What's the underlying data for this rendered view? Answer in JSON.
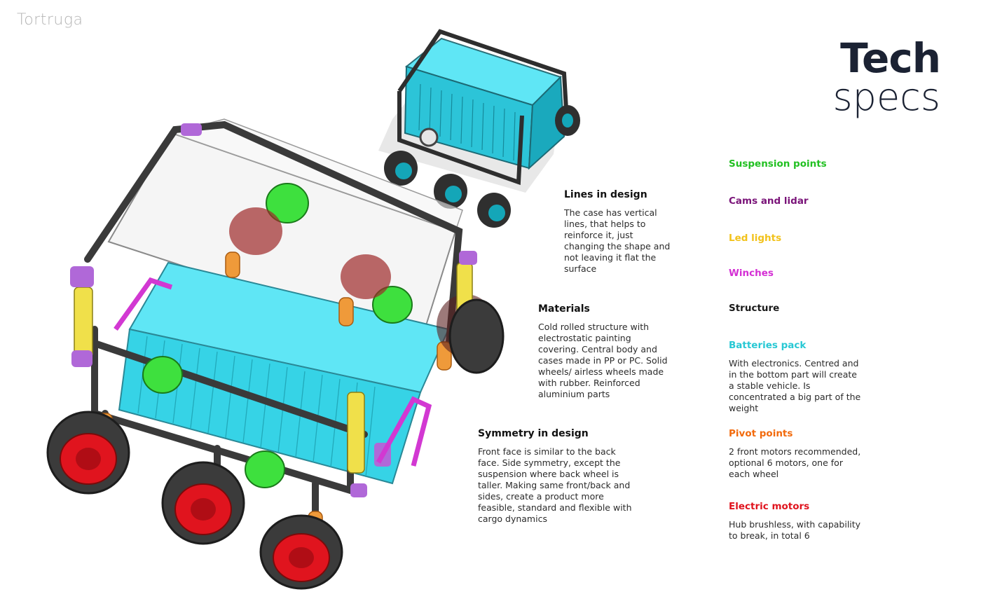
{
  "brand": {
    "logo_text": "Tortruga"
  },
  "title": {
    "line1": "Tech",
    "line2": "specs"
  },
  "design_notes": [
    {
      "heading": "Lines in design",
      "body": "The case has vertical lines, that helps to reinforce it, just changing the shape and not leaving it flat the surface"
    },
    {
      "heading": "Materials",
      "body": "Cold rolled structure with electrostatic painting covering. Central body and cases made in PP or PC. Solid wheels/ airless wheels made with rubber. Reinforced aluminium parts"
    },
    {
      "heading": "Symmetry in design",
      "body": "Front face is similar to the back face. Side symmetry, except the suspension where back wheel is taller. Making same front/back and sides, create a product more feasible, standard and flexible with cargo dynamics"
    }
  ],
  "specs": [
    {
      "label": "Suspension points",
      "color": "#22c022",
      "body": ""
    },
    {
      "label": "Cams and lidar",
      "color": "#7a1479",
      "body": ""
    },
    {
      "label": "Led lights",
      "color": "#f2c21b",
      "body": ""
    },
    {
      "label": "Winches",
      "color": "#d42fd4",
      "body": ""
    },
    {
      "label": "Structure",
      "color": "#1a1a1a",
      "body": ""
    },
    {
      "label": "Batteries pack",
      "color": "#28c8d4",
      "body": "With electronics. Centred and in the bottom part will create a stable vehicle. Is concentrated a big part of the weight"
    },
    {
      "label": "Pivot points",
      "color": "#f26a0c",
      "body": "2 front motors recommended, optional 6 motors, one for each wheel"
    },
    {
      "label": "Electric motors",
      "color": "#e0141e",
      "body": "Hub brushless, with capability to break, in total 6"
    }
  ],
  "palette": {
    "frame": "#3a3a3a",
    "battery": "#36d3e6",
    "suspension": "#3ee03e",
    "led": "#f0e04a",
    "winch": "#d238d2",
    "pivot": "#ef9a3a",
    "motor": "#e0141e",
    "tire": "#3b3b3b",
    "camera": "#b068d8"
  }
}
